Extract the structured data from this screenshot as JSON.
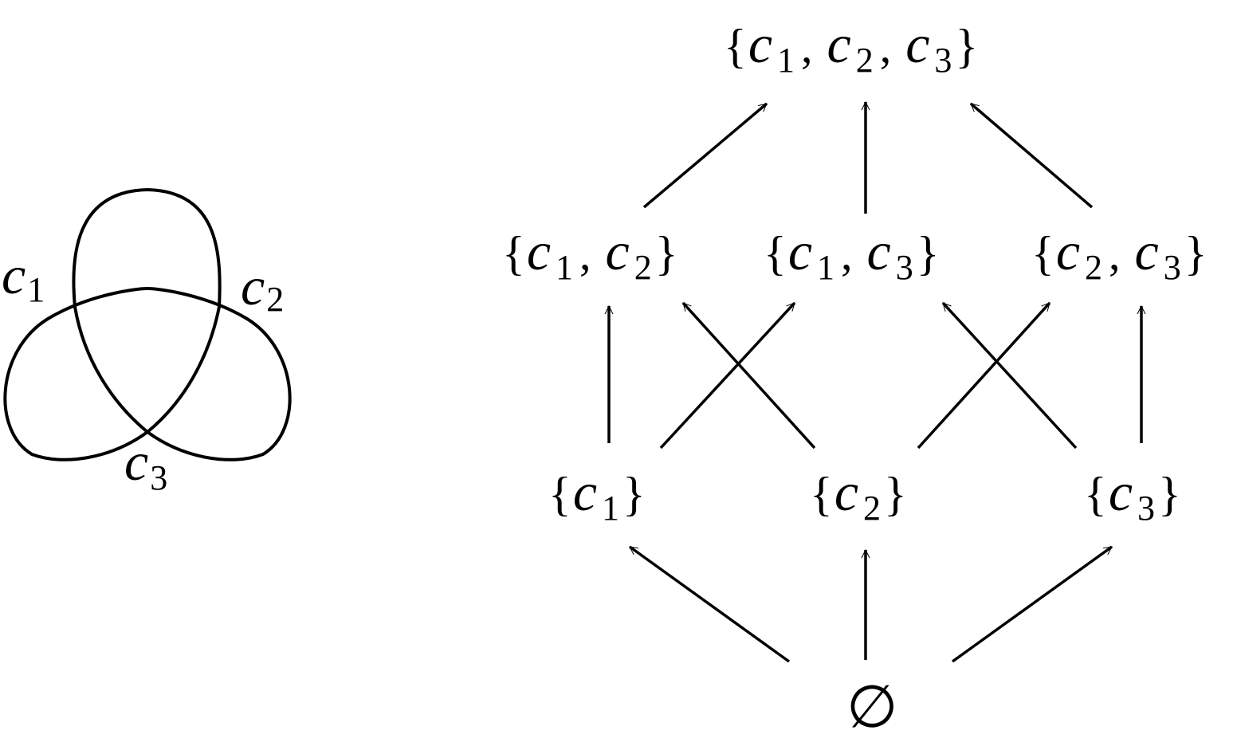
{
  "knot": {
    "crossing_labels": [
      {
        "var": "c",
        "sub": "1"
      },
      {
        "var": "c",
        "sub": "2"
      },
      {
        "var": "c",
        "sub": "3"
      }
    ]
  },
  "lattice": {
    "top": {
      "open": "{",
      "items": [
        {
          "var": "c",
          "sub": "1"
        },
        {
          "var": "c",
          "sub": "2"
        },
        {
          "var": "c",
          "sub": "3"
        }
      ],
      "sep": ",",
      "close": "}"
    },
    "pairs": [
      {
        "open": "{",
        "items": [
          {
            "var": "c",
            "sub": "1"
          },
          {
            "var": "c",
            "sub": "2"
          }
        ],
        "sep": ",",
        "close": "}"
      },
      {
        "open": "{",
        "items": [
          {
            "var": "c",
            "sub": "1"
          },
          {
            "var": "c",
            "sub": "3"
          }
        ],
        "sep": ",",
        "close": "}"
      },
      {
        "open": "{",
        "items": [
          {
            "var": "c",
            "sub": "2"
          },
          {
            "var": "c",
            "sub": "3"
          }
        ],
        "sep": ",",
        "close": "}"
      }
    ],
    "singletons": [
      {
        "open": "{",
        "items": [
          {
            "var": "c",
            "sub": "1"
          }
        ],
        "close": "}"
      },
      {
        "open": "{",
        "items": [
          {
            "var": "c",
            "sub": "2"
          }
        ],
        "close": "}"
      },
      {
        "open": "{",
        "items": [
          {
            "var": "c",
            "sub": "3"
          }
        ],
        "close": "}"
      }
    ],
    "bottom": "∅"
  }
}
